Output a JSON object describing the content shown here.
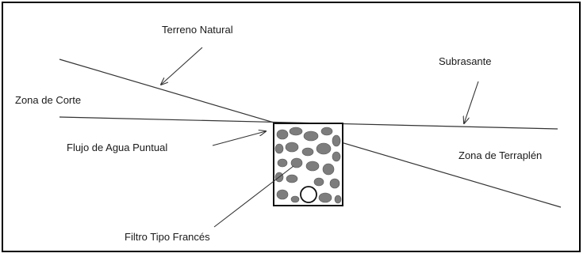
{
  "labels": {
    "terreno_natural": "Terreno Natural",
    "subrasante": "Subrasante",
    "zona_corte": "Zona de Corte",
    "flujo_agua": "Flujo de Agua Puntual",
    "zona_terraplen": "Zona de Terraplén",
    "filtro_frances": "Filtro Tipo Francés"
  },
  "colors": {
    "line": "#333333",
    "stone": "#7d7d7d",
    "frame": "#000000",
    "background": "#ffffff"
  }
}
